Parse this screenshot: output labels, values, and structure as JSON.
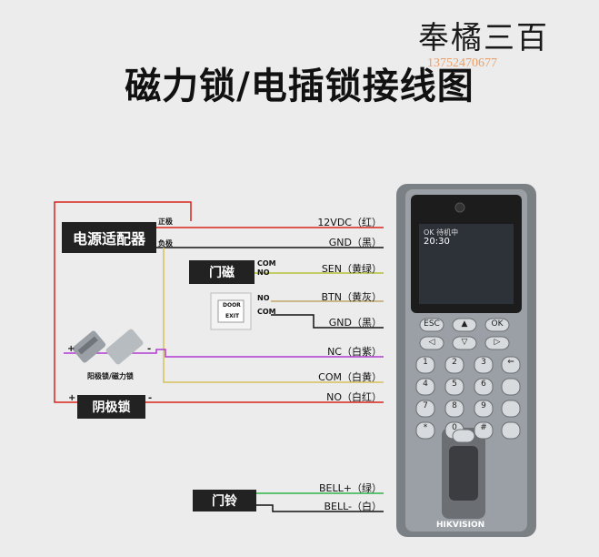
{
  "title": "磁力锁/电插锁接线图",
  "brand": {
    "text": "奉橘三百",
    "phone": "13752470677"
  },
  "boxes": {
    "power": "电源适配器",
    "door_sensor": "门磁",
    "cathode_lock": "阴极锁",
    "doorbell": "门铃"
  },
  "power_terms": {
    "pos": "正极",
    "neg": "负极"
  },
  "door_sensor_terms": {
    "com": "COM",
    "no": "NO"
  },
  "exit_button_terms": {
    "no": "NO",
    "com": "COM"
  },
  "exit_button": {
    "line1": "DOOR",
    "line2": "EXIT"
  },
  "lock_caption": "阳极锁/磁力锁",
  "lock_marks": {
    "plus": "+",
    "minus": "-"
  },
  "cathode_marks": {
    "plus": "+",
    "minus": "-"
  },
  "wires": [
    {
      "label": "12VDC（红）",
      "color": "#d9251d"
    },
    {
      "label": "GND（黑）",
      "color": "#111111"
    },
    {
      "label": "SEN（黄绿）",
      "color": "#b6c23a"
    },
    {
      "label": "BTN（黄灰）",
      "color": "#bca76a"
    },
    {
      "label": "GND（黑）",
      "color": "#111111"
    },
    {
      "label": "NC（白紫）",
      "color": "#b13ad1"
    },
    {
      "label": "COM（白黄）",
      "color": "#d4c05a"
    },
    {
      "label": "NO（白红）",
      "color": "#d9251d"
    },
    {
      "label": "BELL+（绿）",
      "color": "#2fb34a"
    },
    {
      "label": "BELL-（白）",
      "color": "#111111"
    }
  ],
  "device": {
    "brand": "HIKVISION",
    "screen_time": "20:30",
    "screen_status": "OK 待机中",
    "keys_top": [
      "ESC",
      "▲",
      "OK"
    ],
    "keys_nav": [
      "◁",
      "▽",
      "▷"
    ],
    "keys_num": [
      "1",
      "2",
      "3",
      "⇐",
      "4",
      "5",
      "6",
      "",
      "7",
      "8",
      "9",
      "",
      "*",
      "0",
      "#",
      ""
    ]
  }
}
